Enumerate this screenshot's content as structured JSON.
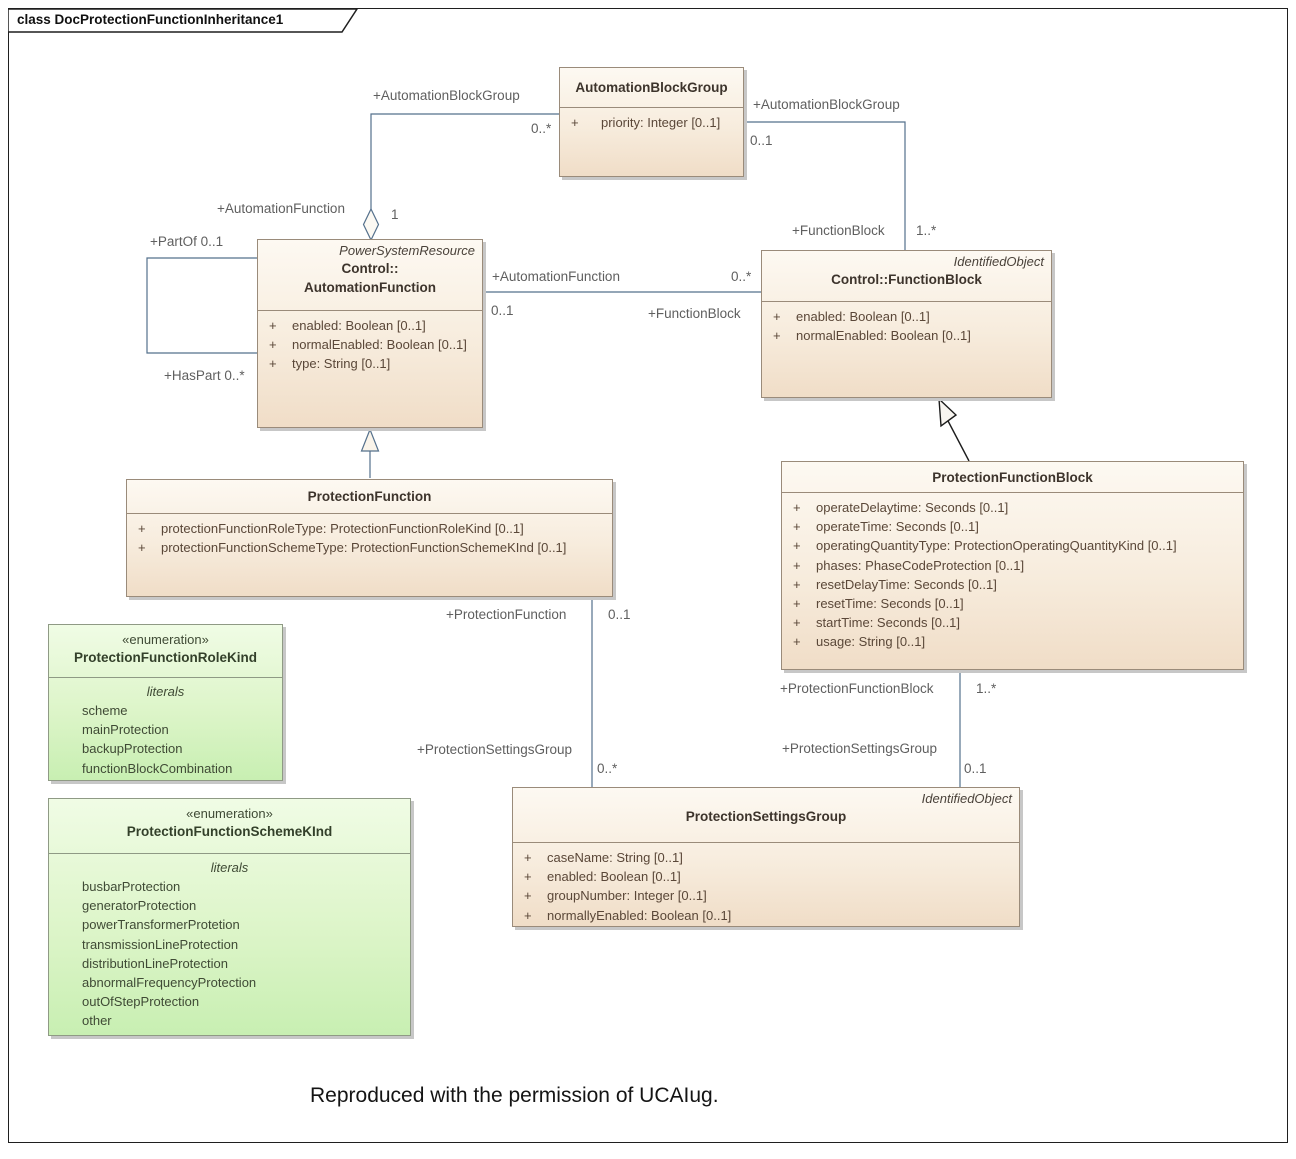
{
  "frame": {
    "tab_label": "class DocProtectionFunctionInheritance1"
  },
  "caption": "Reproduced with the permission of UCAIug.",
  "classes": {
    "abg": {
      "name": "AutomationBlockGroup",
      "attrs": [
        {
          "vis": "+",
          "text": "priority: Integer [0..1]"
        }
      ]
    },
    "caf": {
      "stereotype": "PowerSystemResource",
      "name_line1": "Control::",
      "name_line2": "AutomationFunction",
      "attrs": [
        {
          "vis": "+",
          "text": "enabled: Boolean [0..1]"
        },
        {
          "vis": "+",
          "text": "normalEnabled: Boolean [0..1]"
        },
        {
          "vis": "+",
          "text": "type: String [0..1]"
        }
      ]
    },
    "cfb": {
      "stereotype": "IdentifiedObject",
      "name": "Control::FunctionBlock",
      "attrs": [
        {
          "vis": "+",
          "text": "enabled: Boolean [0..1]"
        },
        {
          "vis": "+",
          "text": "normalEnabled: Boolean [0..1]"
        }
      ]
    },
    "pf": {
      "name": "ProtectionFunction",
      "attrs": [
        {
          "vis": "+",
          "text": "protectionFunctionRoleType: ProtectionFunctionRoleKind [0..1]"
        },
        {
          "vis": "+",
          "text": "protectionFunctionSchemeType: ProtectionFunctionSchemeKInd [0..1]"
        }
      ]
    },
    "pfb": {
      "name": "ProtectionFunctionBlock",
      "attrs": [
        {
          "vis": "+",
          "text": "operateDelaytime: Seconds [0..1]"
        },
        {
          "vis": "+",
          "text": "operateTime: Seconds [0..1]"
        },
        {
          "vis": "+",
          "text": "operatingQuantityType: ProtectionOperatingQuantityKind [0..1]"
        },
        {
          "vis": "+",
          "text": "phases: PhaseCodeProtection [0..1]"
        },
        {
          "vis": "+",
          "text": "resetDelayTime: Seconds [0..1]"
        },
        {
          "vis": "+",
          "text": "resetTime: Seconds [0..1]"
        },
        {
          "vis": "+",
          "text": "startTime: Seconds [0..1]"
        },
        {
          "vis": "+",
          "text": "usage: String [0..1]"
        }
      ]
    },
    "psg": {
      "stereotype": "IdentifiedObject",
      "name": "ProtectionSettingsGroup",
      "attrs": [
        {
          "vis": "+",
          "text": "caseName: String [0..1]"
        },
        {
          "vis": "+",
          "text": "enabled: Boolean [0..1]"
        },
        {
          "vis": "+",
          "text": "groupNumber: Integer [0..1]"
        },
        {
          "vis": "+",
          "text": "normallyEnabled: Boolean [0..1]"
        }
      ]
    }
  },
  "enums": {
    "roleKind": {
      "stereotype": "«enumeration»",
      "name": "ProtectionFunctionRoleKind",
      "section": "literals",
      "literals": [
        "scheme",
        "mainProtection",
        "backupProtection",
        "functionBlockCombination"
      ]
    },
    "schemeKind": {
      "stereotype": "«enumeration»",
      "name": "ProtectionFunctionSchemeKInd",
      "section": "literals",
      "literals": [
        "busbarProtection",
        "generatorProtection",
        "powerTransformerProtetion",
        "transmissionLineProtection",
        "distributionLineProtection",
        "abnormalFrequencyProtection",
        "outOfStepProtection",
        "other"
      ]
    }
  },
  "edge_labels": {
    "abg_top_role": "+AutomationBlockGroup",
    "abg_top_mult": "0..*",
    "af_agg_role": "+AutomationFunction",
    "af_agg_mult": "1",
    "partof": "+PartOf 0..1",
    "haspart": "+HasPart 0..*",
    "af_fb_left_role": "+AutomationFunction",
    "af_fb_right_mult": "0..*",
    "af_fb_left_mult": "0..1",
    "af_fb_right_role": "+FunctionBlock",
    "abg_right_role": "+AutomationBlockGroup",
    "abg_right_mult": "0..1",
    "fb_bottom_role": "+FunctionBlock",
    "fb_bottom_mult": "1..*",
    "pf_psg_top_role": "+ProtectionFunction",
    "pf_psg_top_mult": "0..1",
    "pf_psg_bot_role": "+ProtectionSettingsGroup",
    "pf_psg_bot_mult": "0..*",
    "pfb_psg_top_role": "+ProtectionFunctionBlock",
    "pfb_psg_top_mult": "1..*",
    "pfb_psg_bot_role": "+ProtectionSettingsGroup",
    "pfb_psg_bot_mult": "0..1"
  },
  "colors": {
    "connector": "#54708c",
    "generalization_alt": "#1c1c1c",
    "class_fill": "#f7ecdd",
    "class_border": "#9a8b7a",
    "enum_fill": "#ddf5c9",
    "enum_border": "#8f9a85",
    "label_text": "#5f5f5f"
  }
}
